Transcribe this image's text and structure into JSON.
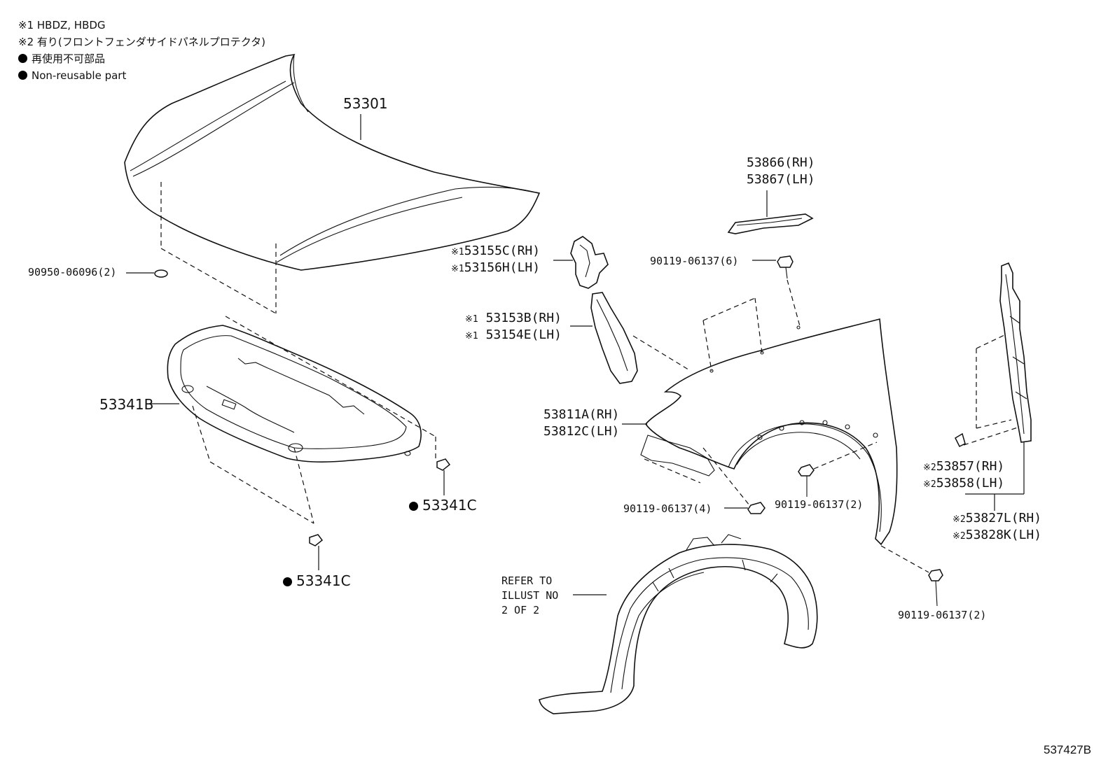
{
  "notes": {
    "note1": "※1 HBDZ, HBDG",
    "note2": "※2 有り(フロントフェンダサイドパネルプロテクタ)",
    "legend_jp": "再使用不可部品",
    "legend_en": "Non-reusable part"
  },
  "labels": {
    "hood": "53301",
    "hood_seal": "90950-06096(2)",
    "under_cover": "53341B",
    "clip_right": "53341C",
    "clip_bottom": "53341C",
    "seal_a_rh": "53155C(RH)",
    "seal_a_lh": "53156H(LH)",
    "seal_b_rh": "53153B(RH)",
    "seal_b_lh": "53154E(LH)",
    "mark1": "※1",
    "mark2": "※2",
    "side_rh": "53866(RH)",
    "side_lh": "53867(LH)",
    "bolt_top": "90119-06137(6)",
    "fender_rh": "53811A(RH)",
    "fender_lh": "53812C(LH)",
    "bolt_4": "90119-06137(4)",
    "bolt_2a": "90119-06137(2)",
    "bolt_2b": "90119-06137(2)",
    "protector_rh": "53857(RH)",
    "protector_lh": "53858(LH)",
    "panel_rh": "53827L(RH)",
    "panel_lh": "53828K(LH)"
  },
  "reference": {
    "line1": "REFER TO",
    "line2": "ILLUST NO",
    "line3": "2 OF 2"
  },
  "illustration_code": "537427B"
}
